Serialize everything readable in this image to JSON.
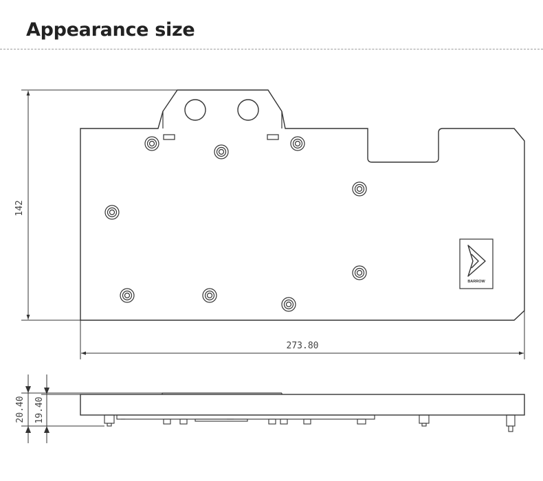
{
  "header": {
    "title": "Appearance size"
  },
  "dimensions": {
    "height": "142",
    "width": "273.80",
    "side_total_height": "20.40",
    "side_plate_height": "19.40"
  },
  "logo": {
    "text": "BARROW",
    "icon": "barrow-logo-icon"
  },
  "colors": {
    "line": "#333333",
    "title": "#222222",
    "rule": "#9a9a9a"
  }
}
